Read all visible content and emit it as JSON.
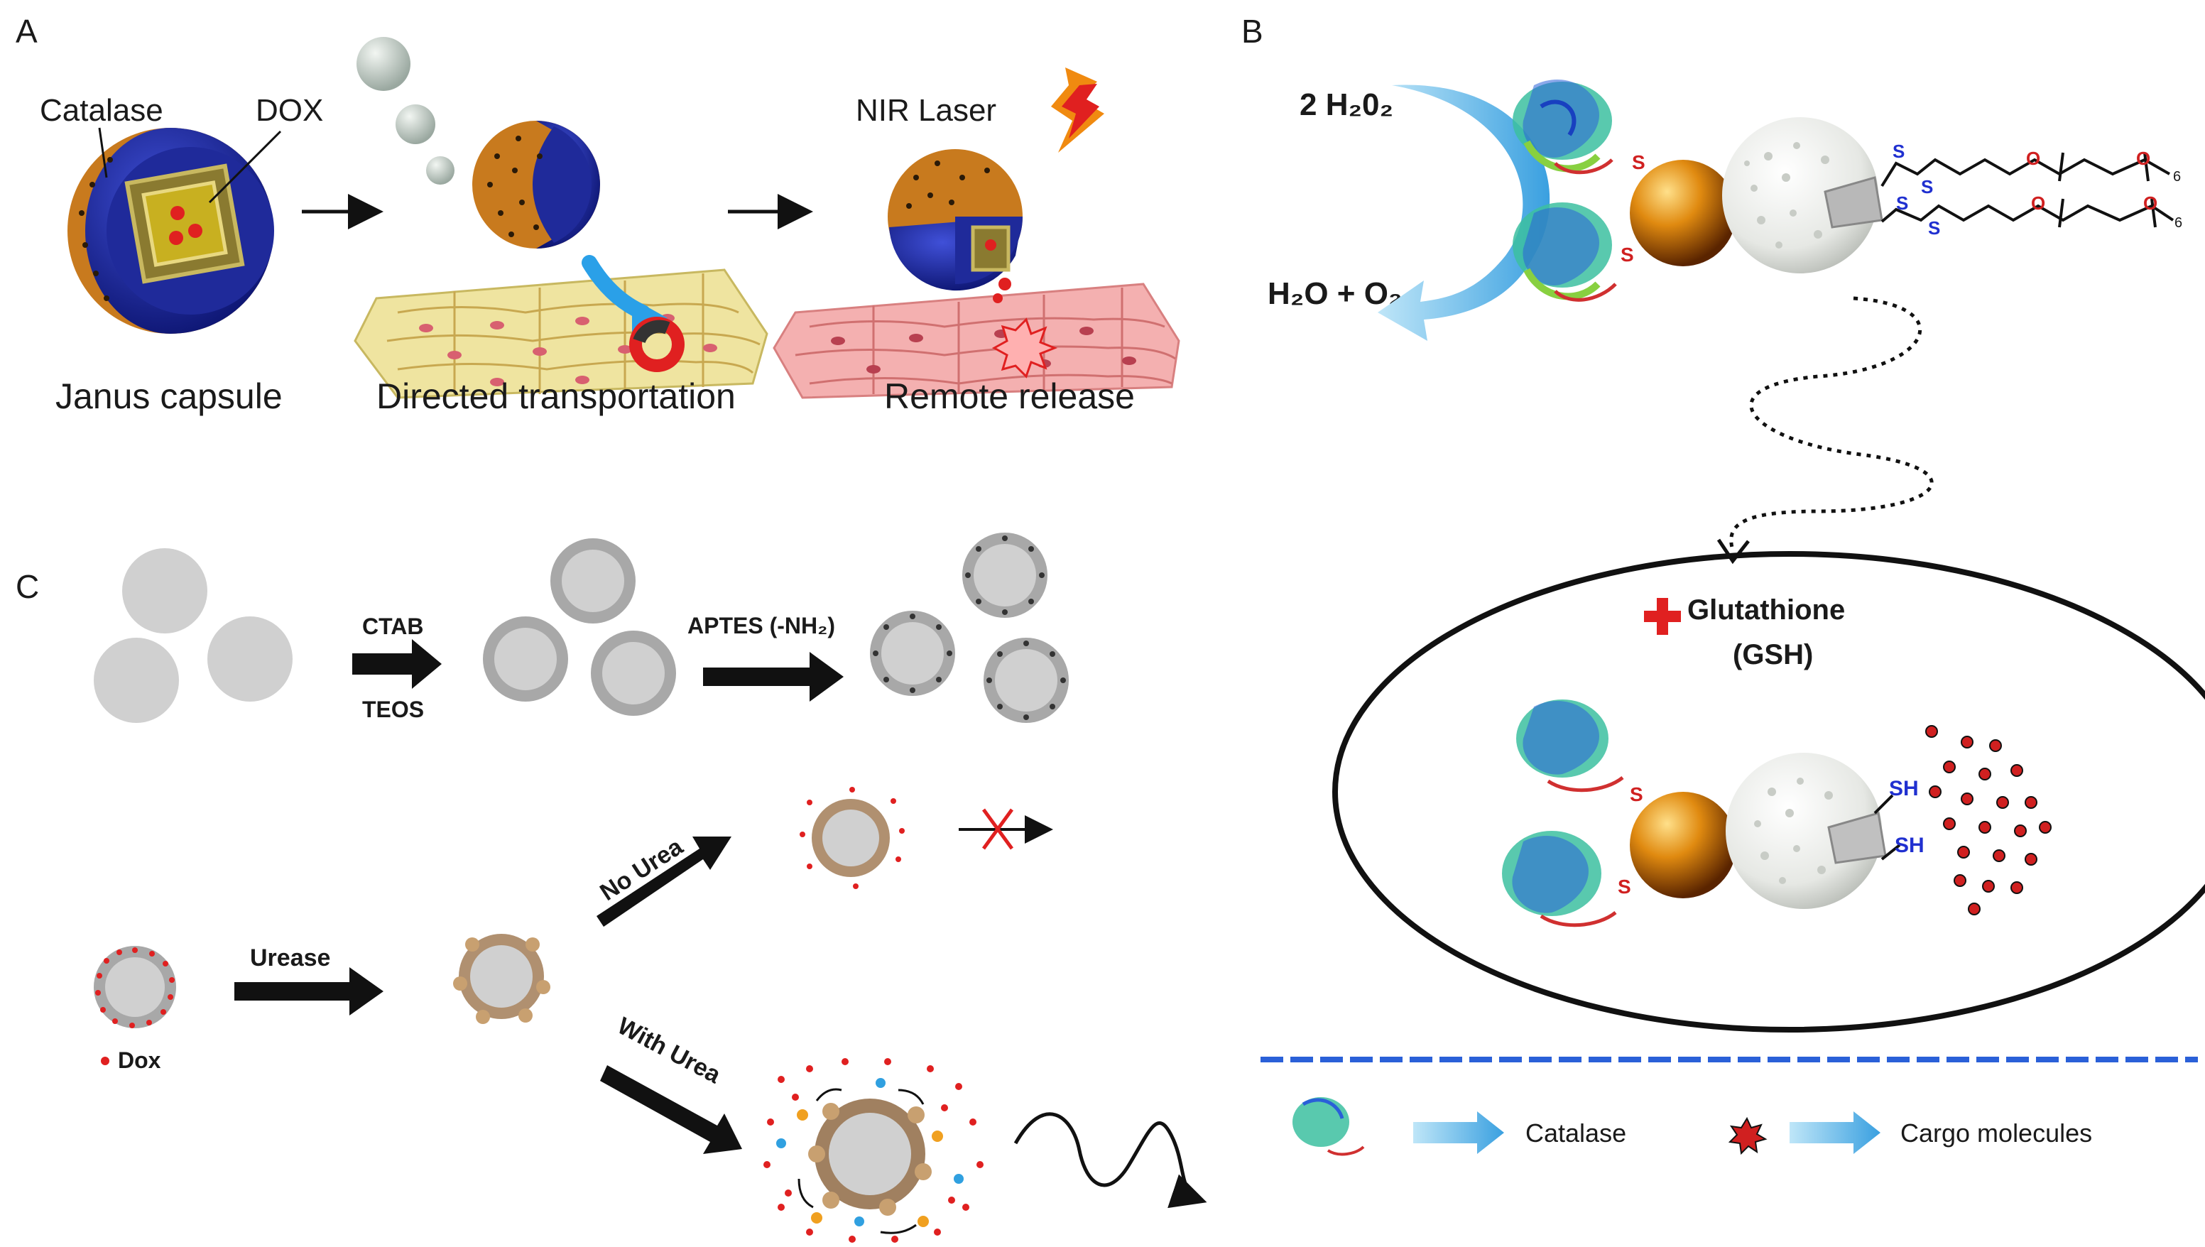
{
  "panel_a": {
    "letter": "A",
    "catalase": "Catalase",
    "dox": "DOX",
    "nir_laser": "NIR Laser",
    "janus_capsule": "Janus capsule",
    "directed_transportation": "Directed transportation",
    "remote_release": "Remote release"
  },
  "panel_b": {
    "letter": "B",
    "h2o2": "2 H₂0₂",
    "h2o_o2": "H₂O + O₂",
    "s_label": "S",
    "o_label": "O",
    "repeat": "6",
    "glutathione": "Glutathione",
    "gsh": "(GSH)",
    "sh": "SH",
    "legend_catalase": "Catalase",
    "legend_cargo": "Cargo molecules"
  },
  "panel_c": {
    "letter": "C",
    "ctab": "CTAB",
    "teos": "TEOS",
    "aptes": "APTES (-NH₂)",
    "urease": "Urease",
    "dox": "Dox",
    "no_urea": "No Urea",
    "with_urea": "With Urea"
  },
  "colors": {
    "orange": "#c87a1e",
    "blue": "#1f2a9a",
    "cyan_arrow": "#2aa0e8",
    "gold": "#d88a10",
    "grey": "#d0d0d0",
    "red": "#e03030"
  }
}
